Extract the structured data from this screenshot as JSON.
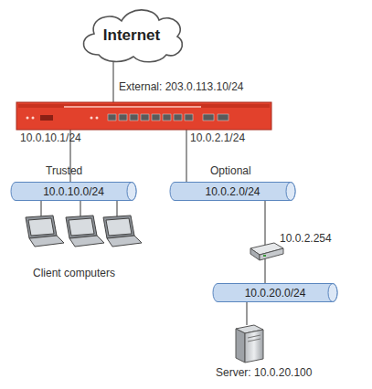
{
  "diagram": {
    "nodes": [
      {
        "text": [
          "Internet"
        ]
      },
      {
        "text": [
          "Trusted",
          "10.0.10.0/24"
        ]
      },
      {
        "text": [
          "Optional",
          "10.0.2.0/24"
        ]
      },
      {
        "text": [
          "10.0.20.0/24"
        ]
      }
    ],
    "edges": [
      {
        "from": 2,
        "to": 3,
        "arrow": "none"
      }
    ],
    "labels": [
      "External: 203.0.113.10/24",
      "10.0.10.1/24",
      "10.0.2.1/24",
      "Client computers",
      "10.0.2.254",
      "Server: 10.0.20.100"
    ]
  }
}
